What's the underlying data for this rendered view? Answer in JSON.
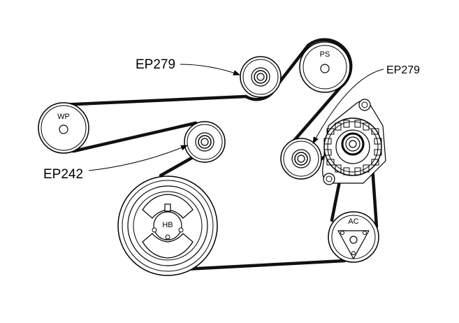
{
  "callouts": {
    "idler_top": "EP279",
    "idler_right": "EP279",
    "idler_left": "EP242"
  },
  "pulleys": {
    "water_pump": "WP",
    "power_steering": "PS",
    "harmonic_balancer": "HB",
    "air_conditioning": "AC"
  },
  "colors": {
    "line": "#000000",
    "belt": "#111111",
    "background": "#ffffff"
  }
}
